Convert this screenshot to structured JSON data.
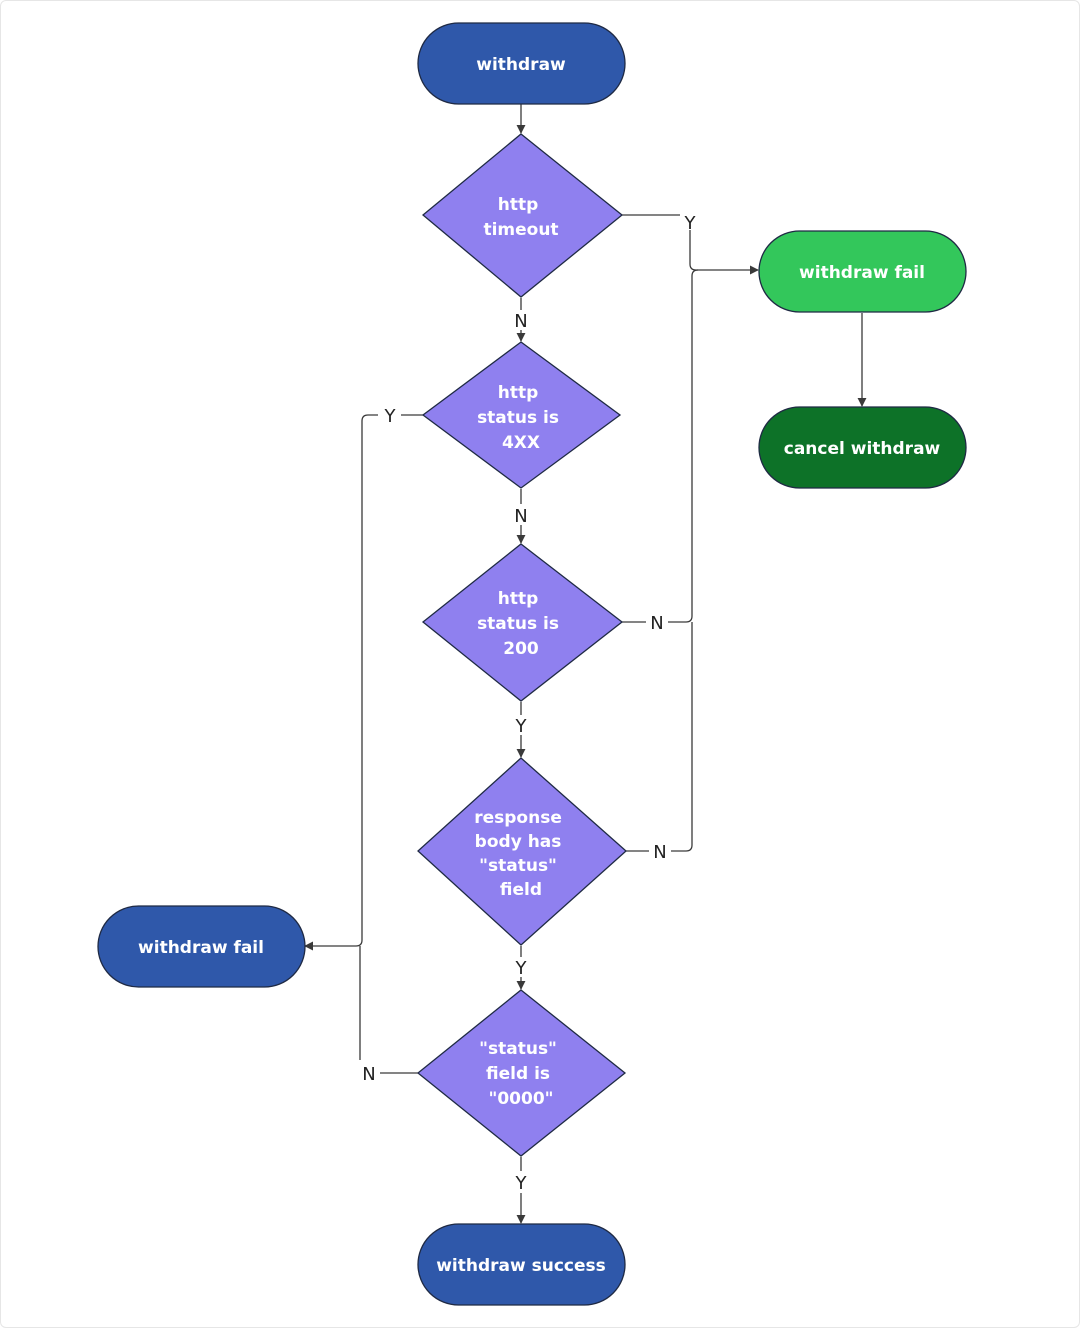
{
  "colors": {
    "terminal_blue": "#2f58aa",
    "decision_purple": "#8f80ef",
    "fail_green": "#33c75b",
    "cancel_green": "#0d7228",
    "outline": "#1f2a44",
    "line": "#3a3a3a"
  },
  "nodes": {
    "start": {
      "label": "withdraw"
    },
    "decision_timeout": {
      "lines": [
        "http",
        "timeout"
      ]
    },
    "decision_4xx": {
      "lines": [
        "http",
        "status is",
        "4XX"
      ]
    },
    "decision_200": {
      "lines": [
        "http",
        "status is",
        "200"
      ]
    },
    "decision_status_field": {
      "lines": [
        "response",
        "body has",
        "\"status\"",
        "field"
      ]
    },
    "decision_0000": {
      "lines": [
        "\"status\"",
        "field is",
        "\"0000\""
      ]
    },
    "success": {
      "label": "withdraw success"
    },
    "fail_right": {
      "label": "withdraw fail"
    },
    "cancel": {
      "label": "cancel withdraw"
    },
    "fail_left": {
      "label": "withdraw fail"
    }
  },
  "edge_labels": {
    "timeout_no": "N",
    "timeout_yes": "Y",
    "status4xx_no": "N",
    "status4xx_yes": "Y",
    "status200_yes": "Y",
    "status200_no": "N",
    "statusfield_yes": "Y",
    "statusfield_no": "N",
    "status0000_yes": "Y",
    "status0000_no": "N"
  }
}
